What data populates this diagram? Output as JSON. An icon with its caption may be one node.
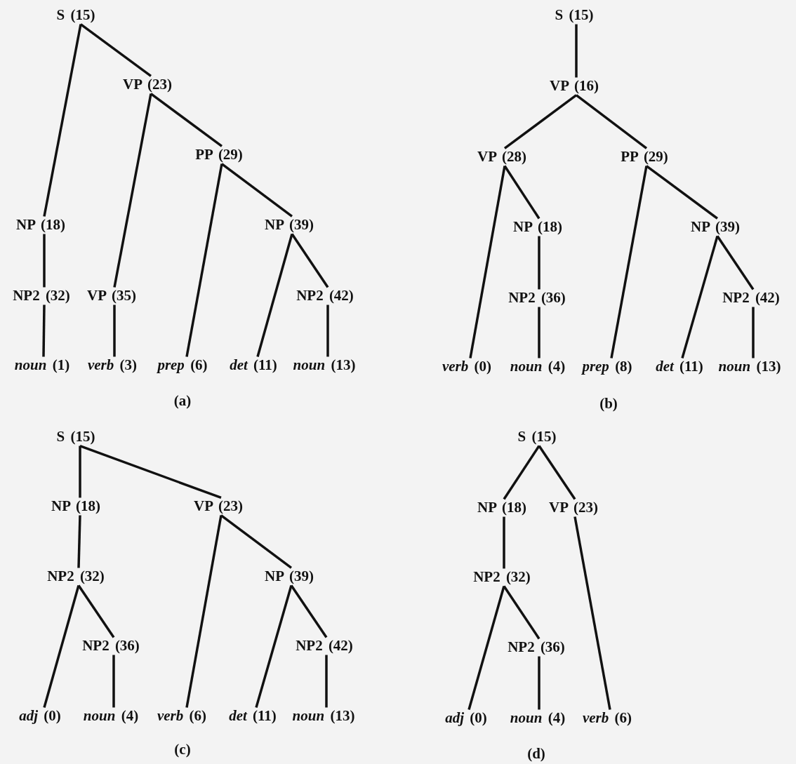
{
  "diagram": {
    "nodes": [
      {
        "text": [
          "S (15)"
        ]
      },
      {
        "text": [
          "VP (23)"
        ]
      },
      {
        "text": [
          "PP (29)"
        ]
      },
      {
        "text": [
          "NP (18)"
        ]
      },
      {
        "text": [
          "NP (39)"
        ]
      },
      {
        "text": [
          "NP2 (32)"
        ]
      },
      {
        "text": [
          "VP (35)"
        ]
      },
      {
        "text": [
          "NP2 (42)"
        ]
      },
      {
        "text": [
          "*noun* (1)"
        ]
      },
      {
        "text": [
          "*verb* (3)"
        ]
      },
      {
        "text": [
          "*prep* (6)"
        ]
      },
      {
        "text": [
          "*det* (11)"
        ]
      },
      {
        "text": [
          "*noun* (13)"
        ]
      },
      {
        "text": [
          "S (15)"
        ]
      },
      {
        "text": [
          "VP (16)"
        ]
      },
      {
        "text": [
          "VP (28)"
        ]
      },
      {
        "text": [
          "PP (29)"
        ]
      },
      {
        "text": [
          "NP (18)"
        ]
      },
      {
        "text": [
          "NP (39)"
        ]
      },
      {
        "text": [
          "NP2 (36)"
        ]
      },
      {
        "text": [
          "NP2 (42)"
        ]
      },
      {
        "text": [
          "*verb* (0)"
        ]
      },
      {
        "text": [
          "*noun* (4)"
        ]
      },
      {
        "text": [
          "*prep* (8)"
        ]
      },
      {
        "text": [
          "*det* (11)"
        ]
      },
      {
        "text": [
          "*noun* (13)"
        ]
      },
      {
        "text": [
          "S (15)"
        ]
      },
      {
        "text": [
          "NP (18)"
        ]
      },
      {
        "text": [
          "VP (23)"
        ]
      },
      {
        "text": [
          "NP2 (32)"
        ]
      },
      {
        "text": [
          "NP (39)"
        ]
      },
      {
        "text": [
          "NP2 (36)"
        ]
      },
      {
        "text": [
          "NP2 (42)"
        ]
      },
      {
        "text": [
          "*adj* (0)"
        ]
      },
      {
        "text": [
          "*noun* (4)"
        ]
      },
      {
        "text": [
          "*verb* (6)"
        ]
      },
      {
        "text": [
          "*det* (11)"
        ]
      },
      {
        "text": [
          "*noun* (13)"
        ]
      },
      {
        "text": [
          "S (15)"
        ]
      },
      {
        "text": [
          "NP (18)"
        ]
      },
      {
        "text": [
          "VP (23)"
        ]
      },
      {
        "text": [
          "NP2 (32)"
        ]
      },
      {
        "text": [
          "NP2 (36)"
        ]
      },
      {
        "text": [
          "*adj* (0)"
        ]
      },
      {
        "text": [
          "*noun* (4)"
        ]
      },
      {
        "text": [
          "*verb* (6)"
        ]
      }
    ],
    "edges": [
      {
        "from": 0,
        "to": 3,
        "arrow": "none"
      },
      {
        "from": 0,
        "to": 1,
        "arrow": "none"
      },
      {
        "from": 1,
        "to": 6,
        "arrow": "none"
      },
      {
        "from": 1,
        "to": 2,
        "arrow": "none"
      },
      {
        "from": 2,
        "to": 10,
        "arrow": "none"
      },
      {
        "from": 2,
        "to": 4,
        "arrow": "none"
      },
      {
        "from": 3,
        "to": 5,
        "arrow": "none"
      },
      {
        "from": 5,
        "to": 8,
        "arrow": "none"
      },
      {
        "from": 6,
        "to": 9,
        "arrow": "none"
      },
      {
        "from": 4,
        "to": 11,
        "arrow": "none"
      },
      {
        "from": 4,
        "to": 7,
        "arrow": "none"
      },
      {
        "from": 7,
        "to": 12,
        "arrow": "none"
      },
      {
        "from": 13,
        "to": 14,
        "arrow": "none"
      },
      {
        "from": 14,
        "to": 15,
        "arrow": "none"
      },
      {
        "from": 14,
        "to": 16,
        "arrow": "none"
      },
      {
        "from": 15,
        "to": 21,
        "arrow": "none"
      },
      {
        "from": 15,
        "to": 17,
        "arrow": "none"
      },
      {
        "from": 16,
        "to": 23,
        "arrow": "none"
      },
      {
        "from": 16,
        "to": 18,
        "arrow": "none"
      },
      {
        "from": 17,
        "to": 19,
        "arrow": "none"
      },
      {
        "from": 19,
        "to": 22,
        "arrow": "none"
      },
      {
        "from": 18,
        "to": 24,
        "arrow": "none"
      },
      {
        "from": 18,
        "to": 20,
        "arrow": "none"
      },
      {
        "from": 20,
        "to": 25,
        "arrow": "none"
      },
      {
        "from": 26,
        "to": 27,
        "arrow": "none"
      },
      {
        "from": 26,
        "to": 28,
        "arrow": "none"
      },
      {
        "from": 27,
        "to": 29,
        "arrow": "none"
      },
      {
        "from": 29,
        "to": 33,
        "arrow": "none"
      },
      {
        "from": 29,
        "to": 31,
        "arrow": "none"
      },
      {
        "from": 31,
        "to": 34,
        "arrow": "none"
      },
      {
        "from": 28,
        "to": 35,
        "arrow": "none"
      },
      {
        "from": 28,
        "to": 30,
        "arrow": "none"
      },
      {
        "from": 30,
        "to": 36,
        "arrow": "none"
      },
      {
        "from": 30,
        "to": 32,
        "arrow": "none"
      },
      {
        "from": 32,
        "to": 37,
        "arrow": "none"
      },
      {
        "from": 38,
        "to": 39,
        "arrow": "none"
      },
      {
        "from": 38,
        "to": 40,
        "arrow": "none"
      },
      {
        "from": 39,
        "to": 41,
        "arrow": "none"
      },
      {
        "from": 41,
        "to": 43,
        "arrow": "none"
      },
      {
        "from": 41,
        "to": 42,
        "arrow": "none"
      },
      {
        "from": 42,
        "to": 44,
        "arrow": "none"
      },
      {
        "from": 40,
        "to": 45,
        "arrow": "none"
      }
    ],
    "labels": [
      "(a)",
      "(b)",
      "(c)",
      "(d)"
    ]
  }
}
